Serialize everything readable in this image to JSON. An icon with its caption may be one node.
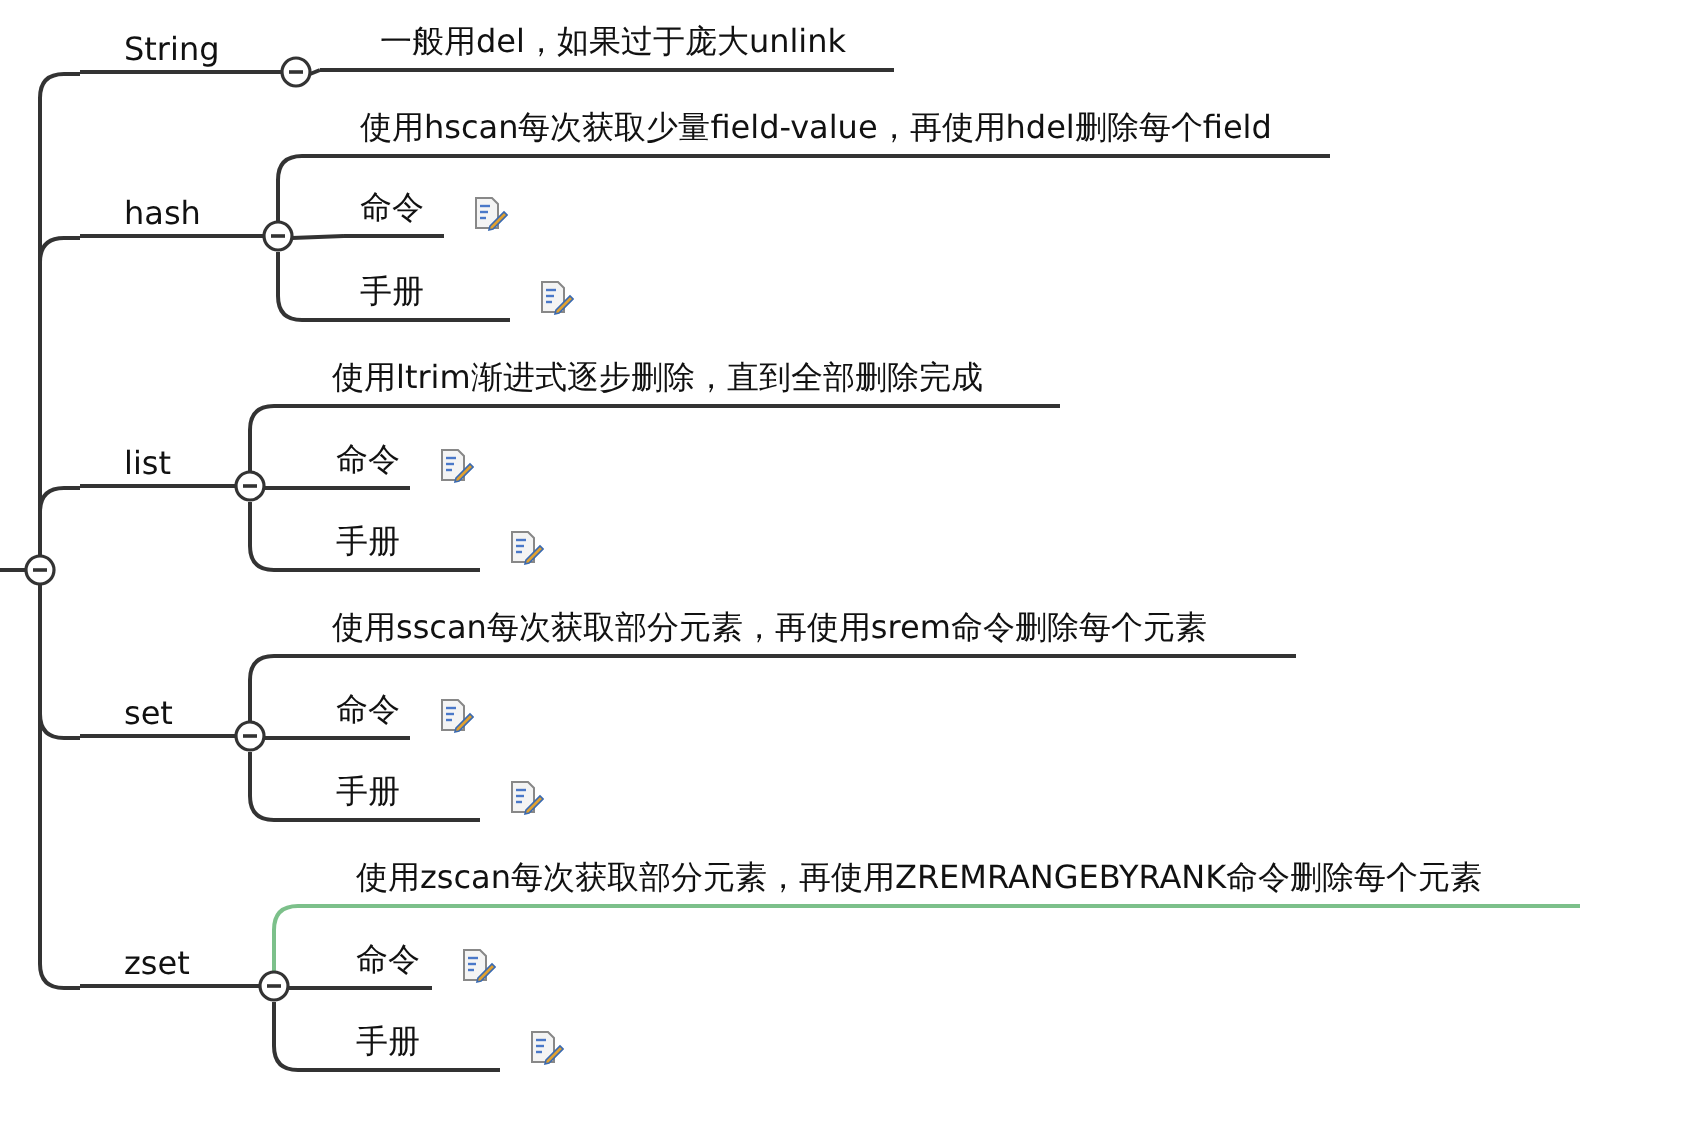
{
  "diagram": {
    "nodes": [
      {
        "text": [],
        "shape": "circle"
      },
      {
        "text": [
          "String"
        ]
      },
      {
        "text": [
          "一般用del，如果过于庞大unlink"
        ]
      },
      {
        "text": [
          "hash"
        ]
      },
      {
        "text": [
          "使用hscan每次获取少量field-value，再使用hdel删除每个field"
        ]
      },
      {
        "text": [
          "命令"
        ]
      },
      {
        "text": [
          "手册"
        ]
      },
      {
        "text": [
          "list"
        ]
      },
      {
        "text": [
          "使用ltrim渐进式逐步删除，直到全部删除完成"
        ]
      },
      {
        "text": [
          "命令"
        ]
      },
      {
        "text": [
          "手册"
        ]
      },
      {
        "text": [
          "set"
        ]
      },
      {
        "text": [
          "使用sscan每次获取部分元素，再使用srem命令删除每个元素"
        ]
      },
      {
        "text": [
          "命令"
        ]
      },
      {
        "text": [
          "手册"
        ]
      },
      {
        "text": [
          "zset"
        ]
      },
      {
        "text": [
          "使用zscan每次获取部分元素，再使用ZREMRANGEBYRANK命令删除每个元素"
        ]
      },
      {
        "text": [
          "命令"
        ]
      },
      {
        "text": [
          "手册"
        ]
      }
    ],
    "edges": [
      {
        "from": 0,
        "to": 1,
        "arrow": "none"
      },
      {
        "from": 0,
        "to": 3,
        "arrow": "none"
      },
      {
        "from": 0,
        "to": 7,
        "arrow": "none"
      },
      {
        "from": 0,
        "to": 11,
        "arrow": "none"
      },
      {
        "from": 0,
        "to": 15,
        "arrow": "none"
      },
      {
        "from": 1,
        "to": 2,
        "arrow": "none"
      },
      {
        "from": 3,
        "to": 4,
        "arrow": "none"
      },
      {
        "from": 3,
        "to": 5,
        "arrow": "none"
      },
      {
        "from": 3,
        "to": 6,
        "arrow": "none"
      },
      {
        "from": 7,
        "to": 8,
        "arrow": "none"
      },
      {
        "from": 7,
        "to": 9,
        "arrow": "none"
      },
      {
        "from": 7,
        "to": 10,
        "arrow": "none"
      },
      {
        "from": 11,
        "to": 12,
        "arrow": "none"
      },
      {
        "from": 11,
        "to": 13,
        "arrow": "none"
      },
      {
        "from": 11,
        "to": 14,
        "arrow": "none"
      },
      {
        "from": 15,
        "to": 16,
        "arrow": "none",
        "color": "#7cc08a"
      },
      {
        "from": 15,
        "to": 17,
        "arrow": "none"
      },
      {
        "from": 15,
        "to": 18,
        "arrow": "none"
      }
    ]
  }
}
